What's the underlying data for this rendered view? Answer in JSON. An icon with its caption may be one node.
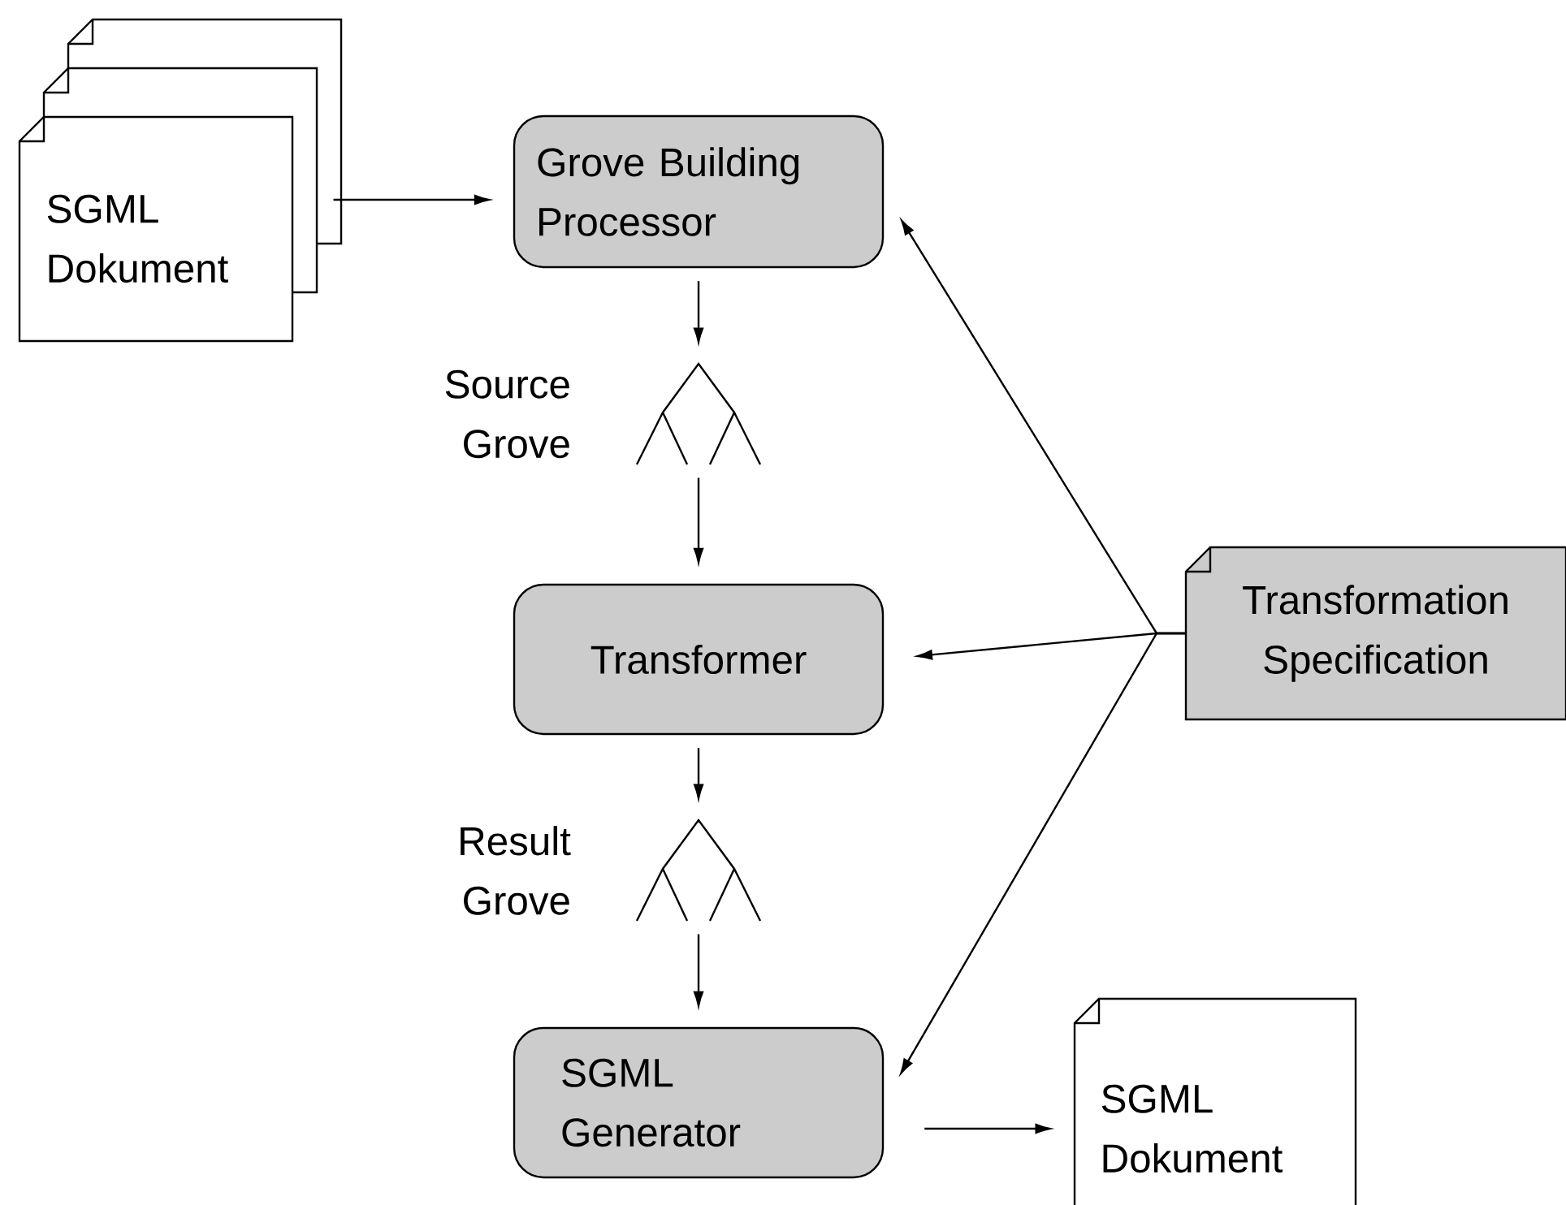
{
  "diagram": {
    "nodes": [
      {
        "text": [
          "SGML Dokument"
        ]
      },
      {
        "text": [
          "Grove Building Processor"
        ]
      },
      {
        "text": [
          "Source Grove"
        ]
      },
      {
        "text": [
          "Transformer"
        ]
      },
      {
        "text": [
          "Result Grove"
        ]
      },
      {
        "text": [
          "SGML Generator"
        ]
      },
      {
        "text": [
          "SGML Dokument"
        ]
      },
      {
        "text": [
          "Transformation Specification"
        ]
      }
    ],
    "edges": [
      {
        "from": 0,
        "to": 1,
        "arrow": "to"
      },
      {
        "from": 1,
        "to": 2,
        "arrow": "to"
      },
      {
        "from": 2,
        "to": 3,
        "arrow": "to"
      },
      {
        "from": 3,
        "to": 4,
        "arrow": "to"
      },
      {
        "from": 4,
        "to": 5,
        "arrow": "to"
      },
      {
        "from": 5,
        "to": 6,
        "arrow": "to"
      },
      {
        "from": 7,
        "to": 1,
        "arrow": "to"
      },
      {
        "from": 7,
        "to": 3,
        "arrow": "to"
      },
      {
        "from": 7,
        "to": 5,
        "arrow": "to"
      }
    ]
  }
}
